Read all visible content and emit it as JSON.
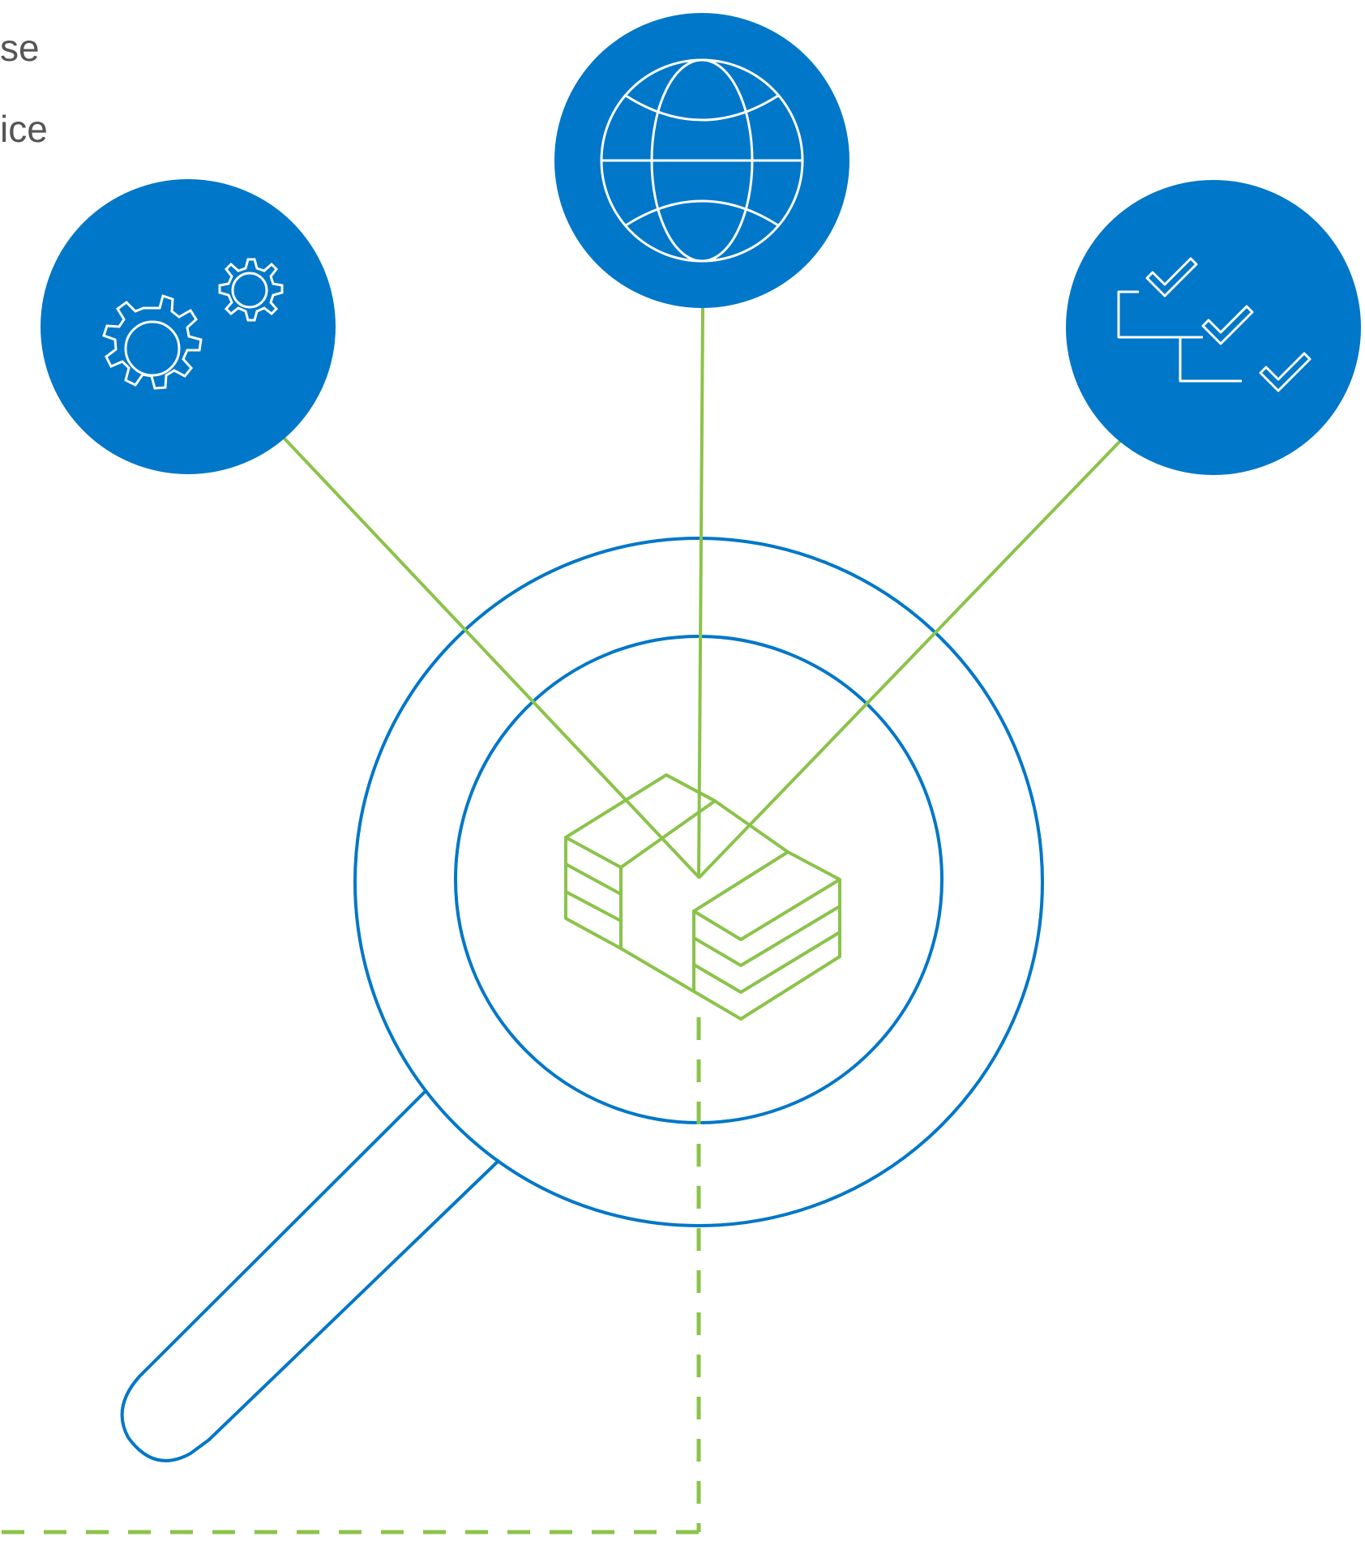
{
  "text_fragments": {
    "line1": "se",
    "line2": "ice"
  },
  "colors": {
    "blue": "#0077C8",
    "green": "#8BC34A",
    "text": "#555555",
    "white": "#FFFFFF"
  },
  "nodes": [
    {
      "id": "gears",
      "icon": "gears-icon"
    },
    {
      "id": "globe",
      "icon": "globe-icon"
    },
    {
      "id": "checklist",
      "icon": "checklist-icon"
    }
  ],
  "center": {
    "icon": "money-stack-icon"
  },
  "magnifier": {
    "icon": "magnifying-glass-icon"
  }
}
